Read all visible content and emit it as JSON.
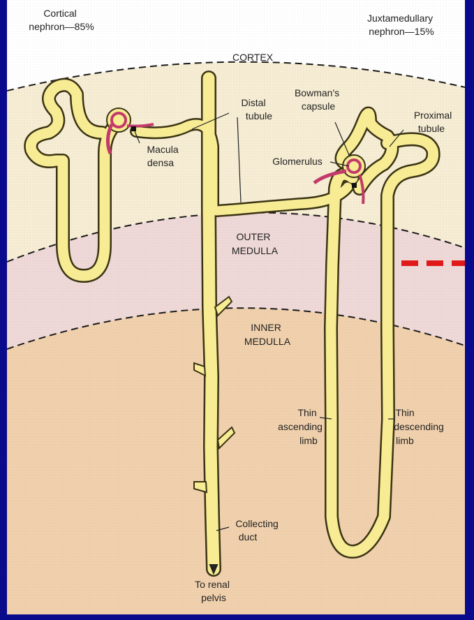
{
  "figure": {
    "cortical_title": [
      "Cortical",
      "nephron—85%"
    ],
    "juxta_title": [
      "Juxtamedullary",
      "nephron—15%"
    ],
    "regions": {
      "cortex": "CORTEX",
      "outer_medulla": [
        "OUTER",
        "MEDULLA"
      ],
      "inner_medulla": [
        "INNER",
        "MEDULLA"
      ]
    },
    "labels": {
      "distal_tubule": [
        "Distal",
        "tubule"
      ],
      "bowmans_capsule": [
        "Bowman's",
        "capsule"
      ],
      "proximal_tubule": [
        "Proximal",
        "tubule"
      ],
      "macula_densa": [
        "Macula",
        "densa"
      ],
      "glomerulus": "Glomerulus",
      "thin_ascending_limb": [
        "Thin",
        "ascending",
        "limb"
      ],
      "thin_descending_limb": [
        "Thin",
        "descending",
        "limb"
      ],
      "collecting_duct": [
        "Collecting",
        "duct"
      ],
      "renal_pelvis": [
        "To renal",
        "pelvis"
      ]
    },
    "colors": {
      "frame": "#0a0a8c",
      "cortex_bg": "#f6edd4",
      "outer_medulla_bg": "#efd9d8",
      "inner_medulla_bg": "#f1d1ad",
      "tubule_fill": "#f7eb94",
      "tubule_stroke": "#3a3414",
      "glomerulus": "#c23a6a",
      "marker": "#e01a1a"
    }
  }
}
